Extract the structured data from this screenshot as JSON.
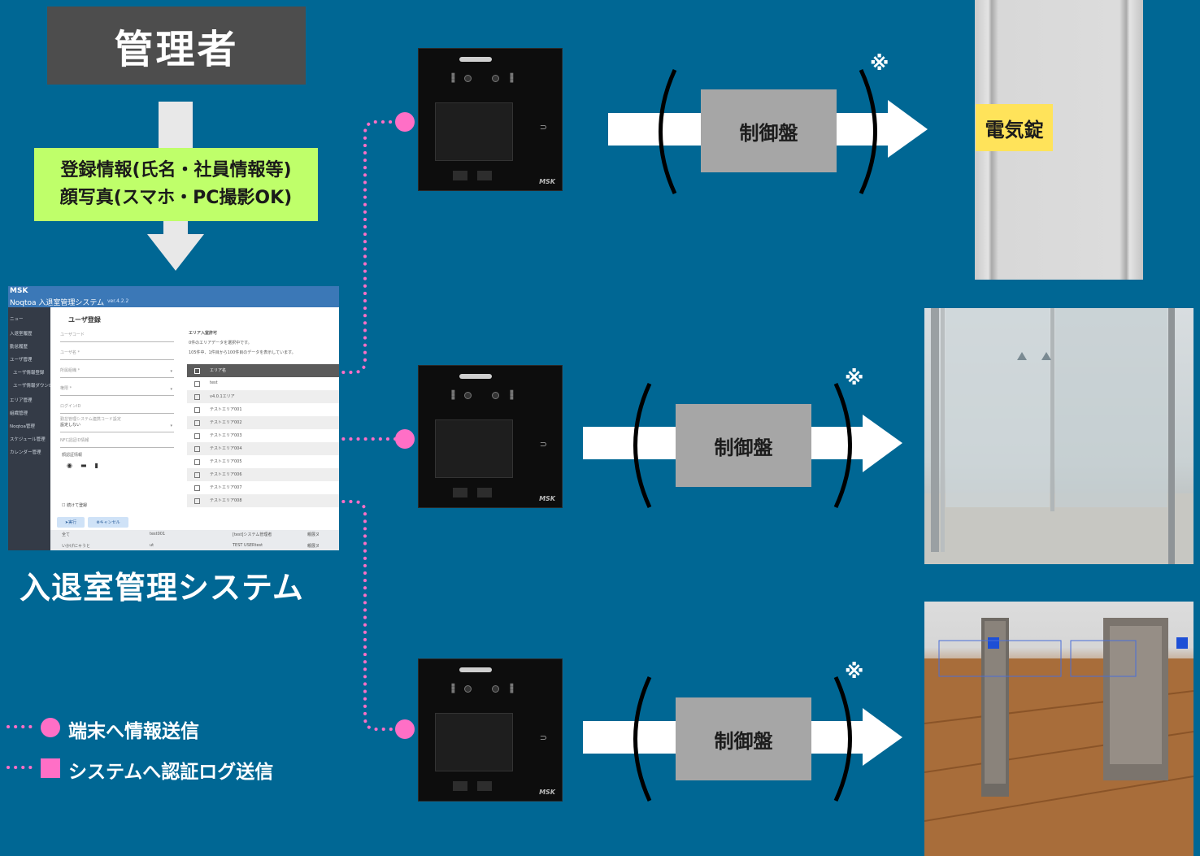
{
  "admin": {
    "label": "管理者"
  },
  "registration": {
    "line1": "登録情報(氏名・社員情報等)",
    "line2": "顔写真(スマホ・PC撮影OK)"
  },
  "system": {
    "title": "入退室管理システム"
  },
  "screenshot": {
    "logo": "MSK",
    "app_title": "Noqtoa 入退室管理システム",
    "version": "ver.4.2.2",
    "menu_label": "ニュー",
    "sidebar": [
      "入退室履歴",
      "勤怠履歴",
      "ユーザ管理",
      "ユーザ情報登録",
      "ユーザ情報ダウンロード",
      "エリア管理",
      "組織管理",
      "Noqtoa管理",
      "スケジュール管理",
      "カレンダー管理"
    ],
    "form_title": "ユーザ登録",
    "fields": [
      "ユーザコード",
      "ユーザ名 *",
      "所属組織 *",
      "権限 *",
      "ログインID",
      "勤怠管理システム連携コード設定",
      "NFC認証ID情報"
    ],
    "select_value": "設定しない",
    "photo_label": "顔認証情報",
    "continue_label": "続けて登録",
    "run_label": "実行",
    "cancel_label": "キャンセル",
    "area_heading": "エリア入室許可",
    "area_info1": "0件のエリアデータを選択中です。",
    "area_info2": "105件中、1件目から100件目のデータを表示しています。",
    "table_header": "エリア名",
    "table_rows": [
      "test",
      "v4.0.1エリア",
      "テストエリア001",
      "テストエリア002",
      "テストエリア003",
      "テストエリア004",
      "テストエリア005",
      "テストエリア006",
      "テストエリア007",
      "テストエリア008"
    ],
    "bottom_row1": [
      "全て",
      "test001",
      "[test]システム管理者",
      "親展ヌ"
    ],
    "bottom_row2": [
      "いかげにゃうと",
      "ut",
      "TEST USERtest",
      "親展ヌ"
    ]
  },
  "terminal": {
    "brand": "MSK"
  },
  "controls": [
    {
      "label": "制御盤",
      "note": "※"
    },
    {
      "label": "制御盤",
      "note": "※"
    },
    {
      "label": "制御盤",
      "note": "※"
    }
  ],
  "lock": {
    "label": "電気錠"
  },
  "legend": {
    "circle_text": "端末へ情報送信",
    "square_text": "システムへ認証ログ送信"
  },
  "colors": {
    "background": "#006794",
    "connector": "#ff6fc6",
    "admin_box": "#4d4d4d",
    "info_box": "#bfff6a",
    "control_box": "#a6a6a6",
    "lock_label": "#ffe35a"
  }
}
